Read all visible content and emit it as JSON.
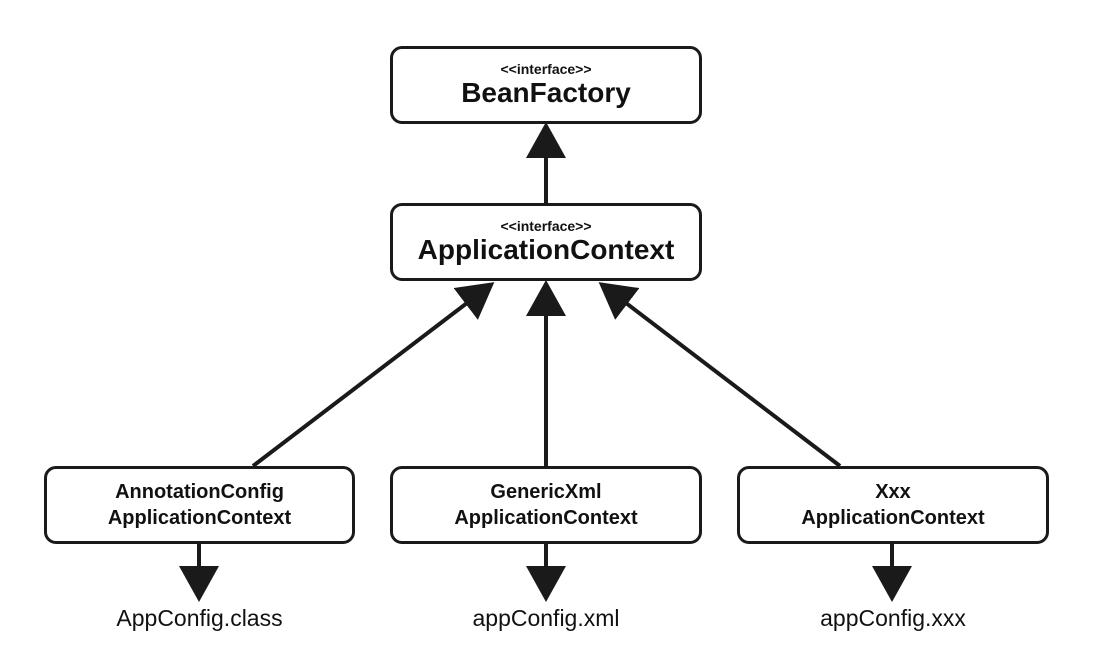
{
  "diagram": {
    "beanfactory": {
      "stereotype": "<<interface>>",
      "name": "BeanFactory"
    },
    "applicationcontext": {
      "stereotype": "<<interface>>",
      "name": "ApplicationContext"
    },
    "implementations": [
      {
        "line1": "AnnotationConfig",
        "line2": "ApplicationContext",
        "config": "AppConfig.class"
      },
      {
        "line1": "GenericXml",
        "line2": "ApplicationContext",
        "config": "appConfig.xml"
      },
      {
        "line1": "Xxx",
        "line2": "ApplicationContext",
        "config": "appConfig.xxx"
      }
    ],
    "colors": {
      "stroke": "#1a1a1a",
      "background": "#ffffff"
    }
  }
}
